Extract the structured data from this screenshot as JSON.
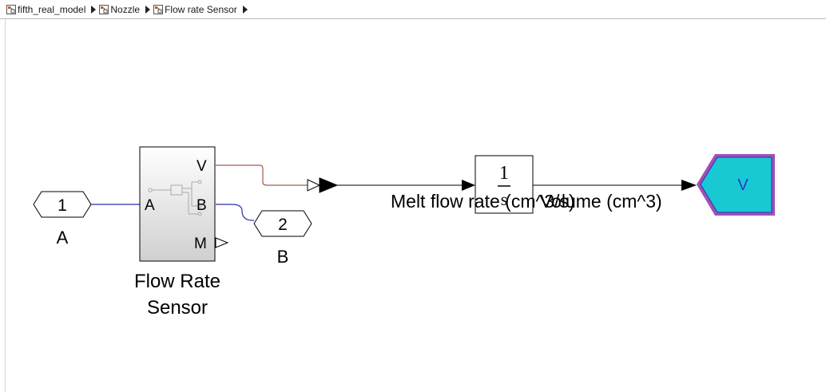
{
  "breadcrumb": {
    "items": [
      {
        "label": "fifth_real_model"
      },
      {
        "label": "Nozzle"
      },
      {
        "label": "Flow rate Sensor"
      }
    ]
  },
  "diagram": {
    "inport_A": {
      "number": "1",
      "label": "A"
    },
    "outport_B": {
      "number": "2",
      "label": "B"
    },
    "sensor": {
      "ports": {
        "A": "A",
        "V": "V",
        "B": "B",
        "M": "M"
      },
      "name_line1": "Flow Rate",
      "name_line2": "Sensor"
    },
    "integrator": {
      "numerator": "1",
      "denominator": "s"
    },
    "signal_labels": {
      "flow_rate": "Melt flow rate (cm^3/s)",
      "volume": "Volume (cm^3)"
    },
    "goto_tag": {
      "label": "V"
    },
    "colors": {
      "physical_line_red": "#a35a4e",
      "physical_line_blue": "#2f2fb0",
      "goto_fill": "#18c8d2",
      "goto_border": "#a050b8",
      "goto_text": "#1e3cc8"
    }
  }
}
